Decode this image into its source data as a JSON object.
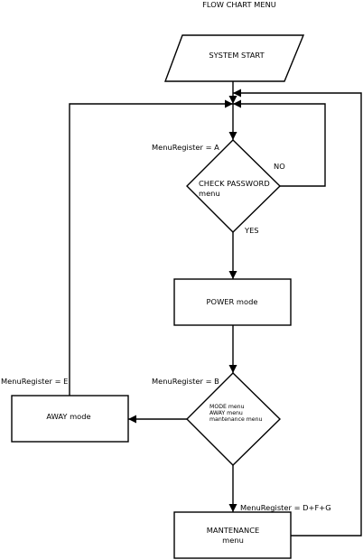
{
  "title": "FLOW CHART MENU",
  "colors": {
    "stroke": "#000000",
    "background": "#ffffff"
  },
  "nodes": {
    "start": {
      "label": "SYSTEM START"
    },
    "check": {
      "line1": "CHECK PASSWORD",
      "line2": "menu"
    },
    "power": {
      "label": "POWER mode"
    },
    "mode_select": {
      "line1": "MODE menu",
      "line2": "AWAY menu",
      "line3": "mantenance menu"
    },
    "away": {
      "label": "AWAY mode"
    },
    "maintenance": {
      "line1": "MANTENANCE",
      "line2": "menu"
    }
  },
  "labels": {
    "reg_a": "MenuRegister = A",
    "no": "NO",
    "yes": "YES",
    "reg_b": "MenuRegister = B",
    "reg_e": "MenuRegister = E",
    "reg_dfg": "MenuRegister = D+F+G"
  }
}
